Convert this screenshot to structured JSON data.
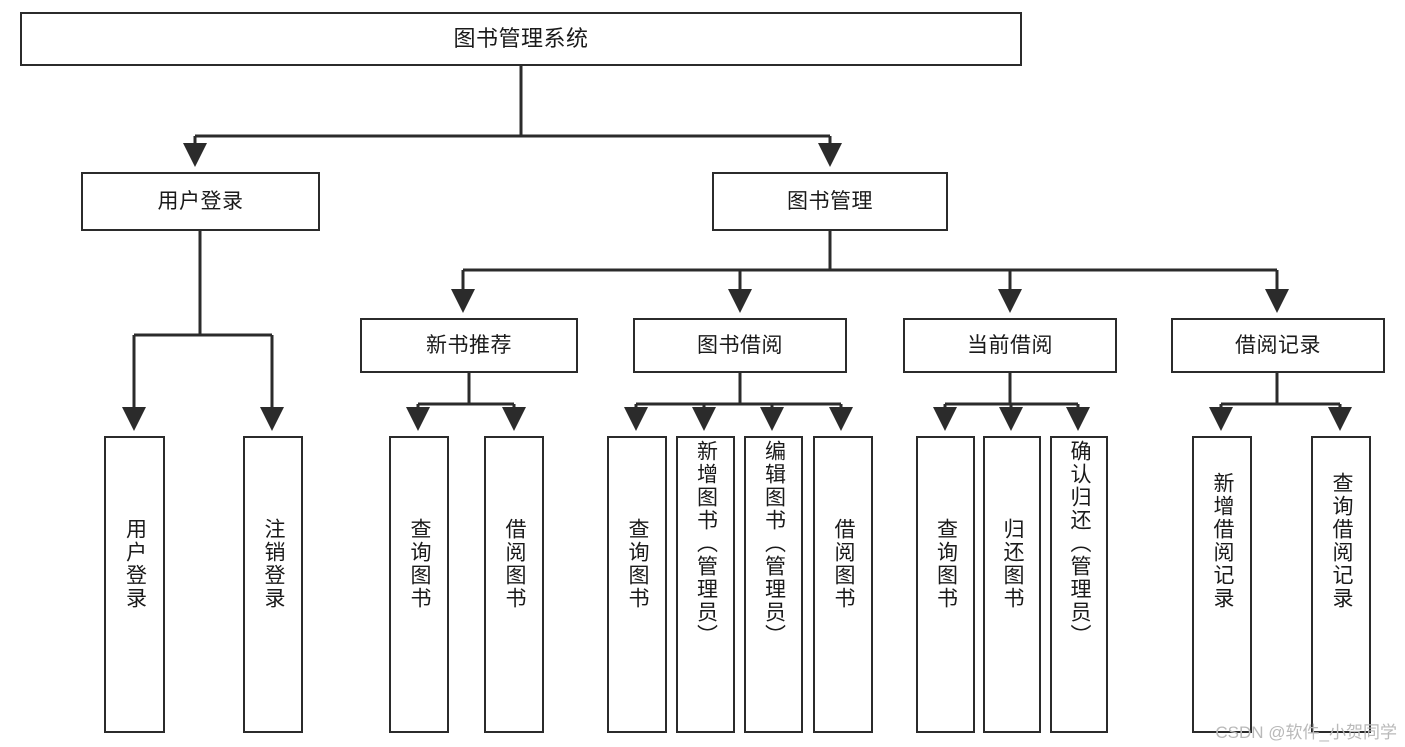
{
  "diagram": {
    "title": "图书管理系统",
    "type": "tree-hierarchy",
    "nodes": {
      "root": {
        "label": "图书管理系统"
      },
      "user_login": {
        "label": "用户登录"
      },
      "book_manage": {
        "label": "图书管理"
      },
      "new_book_rec": {
        "label": "新书推荐"
      },
      "book_borrow": {
        "label": "图书借阅"
      },
      "current_borrow": {
        "label": "当前借阅"
      },
      "borrow_record": {
        "label": "借阅记录"
      },
      "leaf_user_login": {
        "label": "用户登录"
      },
      "leaf_logout": {
        "label": "注销登录"
      },
      "leaf_query_book_1": {
        "label": "查询图书"
      },
      "leaf_borrow_book_1": {
        "label": "借阅图书"
      },
      "leaf_query_book_2": {
        "label": "查询图书"
      },
      "leaf_add_book": {
        "label": "新增图书（管理员）"
      },
      "leaf_edit_book": {
        "label": "编辑图书（管理员）"
      },
      "leaf_borrow_book_2": {
        "label": "借阅图书"
      },
      "leaf_query_book_3": {
        "label": "查询图书"
      },
      "leaf_return_book": {
        "label": "归还图书"
      },
      "leaf_confirm_return": {
        "label": "确认归还（管理员）"
      },
      "leaf_add_record": {
        "label": "新增借阅记录"
      },
      "leaf_query_record": {
        "label": "查询借阅记录"
      }
    },
    "colors": {
      "stroke": "#2b2b2b",
      "fill": "#ffffff",
      "text": "#1a1a1a",
      "watermark": "#b9b9b9"
    }
  },
  "watermark": {
    "text": "CSDN @软件_小贺同学"
  }
}
